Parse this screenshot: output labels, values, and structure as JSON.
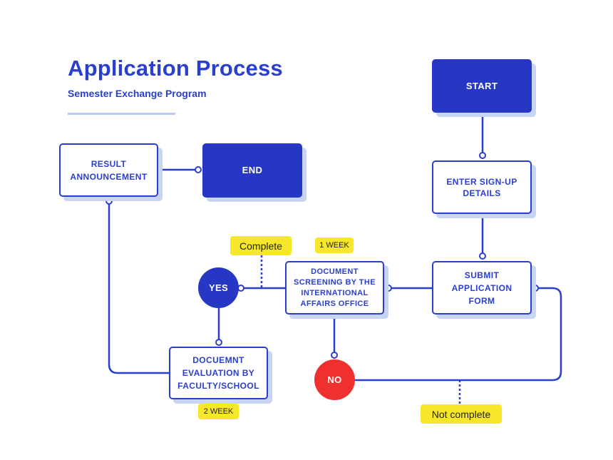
{
  "header": {
    "title": "Application Process",
    "subtitle": "Semester Exchange Program"
  },
  "nodes": {
    "start": "START",
    "enter_signup": "ENTER SIGN-UP DETAILS",
    "submit_form": "SUBMIT APPLICATION FORM",
    "document_screening": "DOCUMENT SCREENING BY THE INTERNATIONAL AFFAIRS  OFFICE",
    "yes": "YES",
    "no": "NO",
    "document_evaluation": "DOCUEMNT EVALUATION BY FACULTY/SCHOOL",
    "result_announcement": "RESULT ANNOUNCEMENT",
    "end": "END"
  },
  "labels": {
    "complete": "Complete",
    "not_complete": "Not complete",
    "one_week": "1 WEEK",
    "two_week": "2 WEEK"
  },
  "colors": {
    "primary": "#2637c4",
    "line": "#2b3fcf",
    "shadow": "#c7d4f4",
    "no_red": "#f0302f",
    "tag_yellow": "#f7e72a"
  }
}
